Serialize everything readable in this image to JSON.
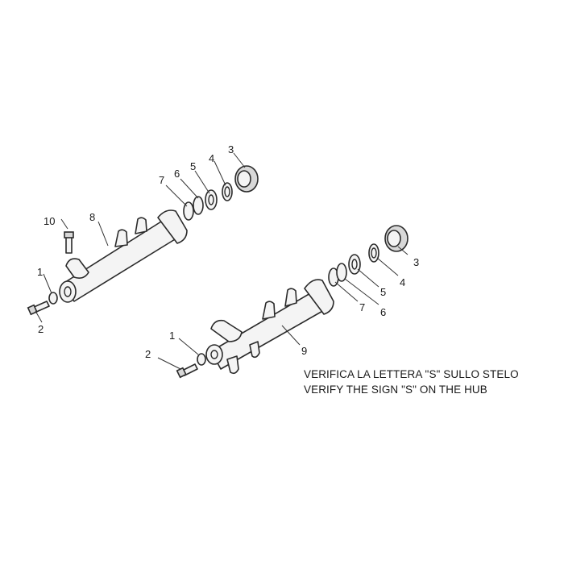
{
  "diagram": {
    "upper_assembly_labels": [
      "10",
      "8",
      "7",
      "6",
      "5",
      "4",
      "3",
      "1",
      "2"
    ],
    "lower_assembly_labels": [
      "3",
      "4",
      "5",
      "6",
      "7",
      "9",
      "1",
      "2"
    ]
  },
  "notes": {
    "line1": "VERIFICA LA LETTERA \"S\" SULLO STELO",
    "line2": "VERIFY THE SIGN \"S\" ON THE HUB"
  }
}
